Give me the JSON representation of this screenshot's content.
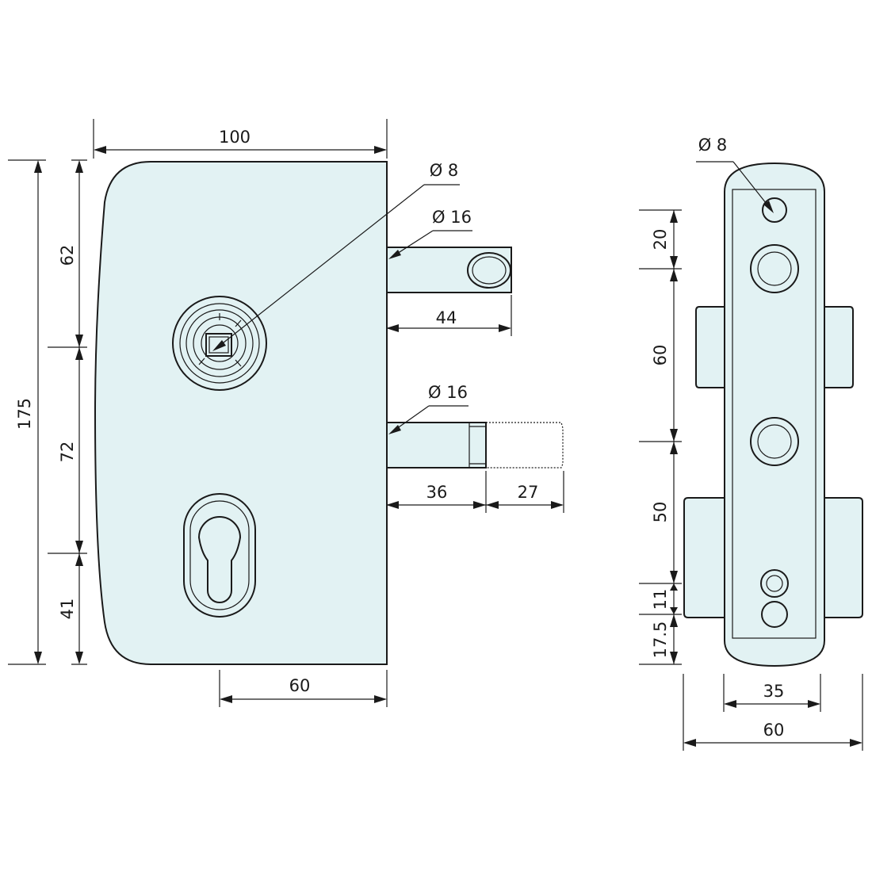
{
  "front_view": {
    "width": "100",
    "height_total": "175",
    "upper_height": "62",
    "middle_height": "72",
    "lower_height": "41",
    "cylinder_offset": "60",
    "spindle_diameter": "Ø 8",
    "latch_diameter": "Ø 16",
    "latch_projection": "44",
    "bolt_diameter": "Ø 16",
    "bolt_projection": "36",
    "bolt_extension": "27"
  },
  "side_view": {
    "hole_diameter": "Ø 8",
    "dim_top": "20",
    "dim_upper": "60",
    "dim_middle": "50",
    "dim_small": "11",
    "dim_bottom": "17.5",
    "plate_width": "35",
    "total_width": "60"
  },
  "colors": {
    "body_fill": "#e2f2f3",
    "line": "#1a1a1a"
  }
}
